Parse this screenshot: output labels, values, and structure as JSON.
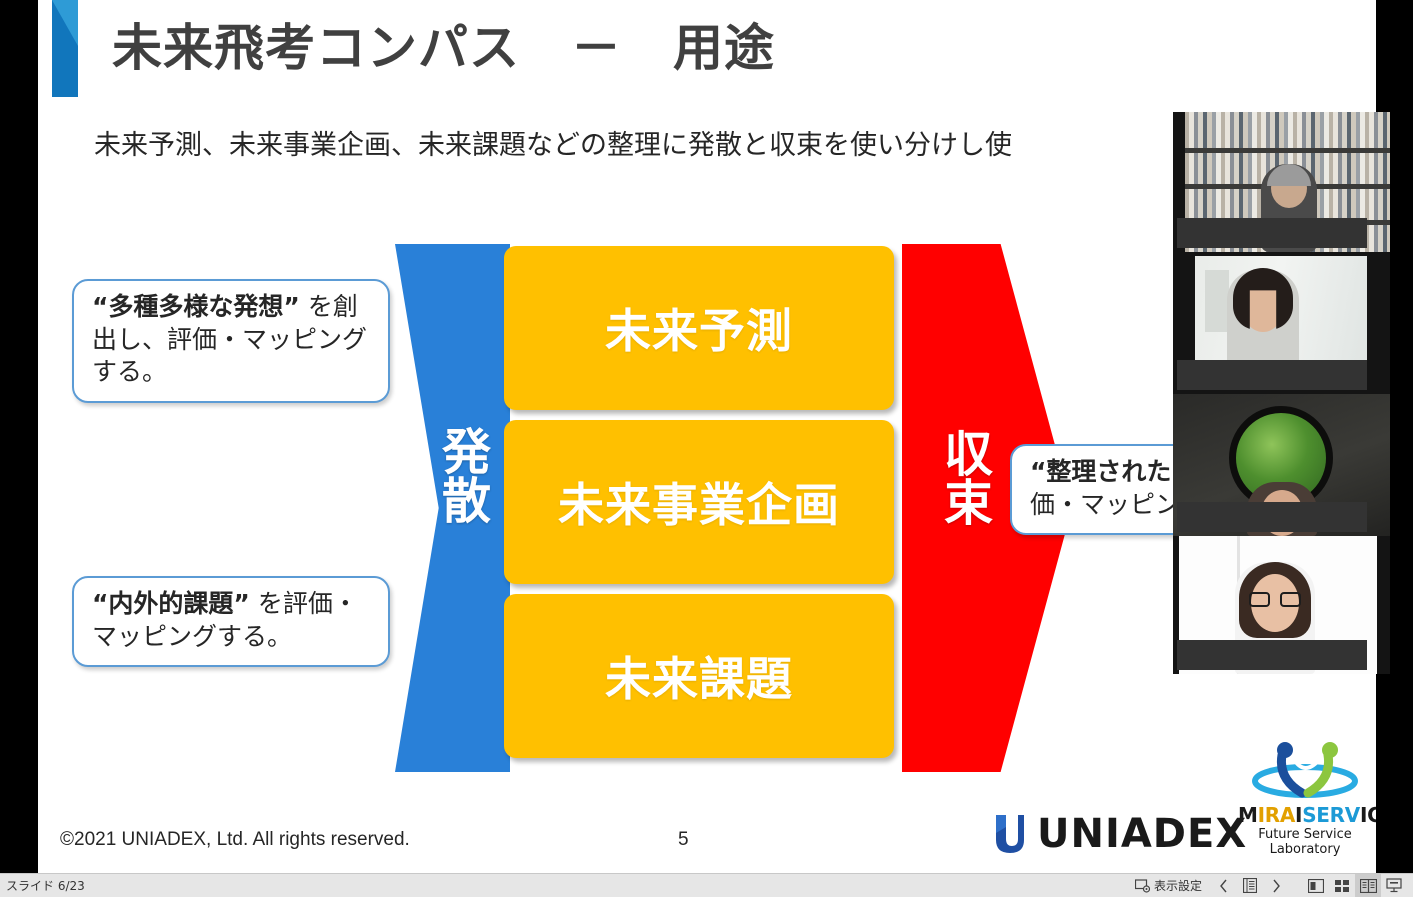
{
  "slide": {
    "title": "未来飛考コンパス　－　用途",
    "subtitle": "未来予測、未来事業企画、未来課題などの整理に発散と収束を使い分けし使",
    "diagram": {
      "diverge_label": "発散",
      "converge_label": "収束",
      "topics": [
        {
          "label": "未来予測"
        },
        {
          "label": "未来事業企画"
        },
        {
          "label": "未来課題"
        }
      ],
      "callouts": [
        {
          "id": "diverge-1",
          "quoted": "“多種多様な発想”",
          "rest": " を創出し、評価・マッピングする。"
        },
        {
          "id": "diverge-2",
          "quoted": "“内外的課題”",
          "rest": " を評価・マッピングする。"
        },
        {
          "id": "converge",
          "quoted": "“整理された",
          "rest": "価・マッピン"
        }
      ]
    },
    "footer": {
      "copyright": "©2021 UNIADEX, Ltd. All rights reserved.",
      "page_number": "5"
    },
    "logos": {
      "uniadex": "UNIADEX",
      "mirai_name": {
        "part1": "M",
        "part2": "IRA",
        "part3": "I",
        "part4": "SERV",
        "part5": "ICE®"
      },
      "mirai_tagline": "Future Service Laboratory"
    }
  },
  "video_panel": {
    "participants": [
      {
        "name": ""
      },
      {
        "name": ""
      },
      {
        "name": ""
      },
      {
        "name": ""
      }
    ]
  },
  "statusbar": {
    "slide_counter": "スライド 6/23",
    "display_settings_label": "表示設定",
    "prev_label": "‹",
    "thumbnail_label": "▤",
    "next_label": "›",
    "views": [
      {
        "name": "normal-view"
      },
      {
        "name": "slide-sorter-view"
      },
      {
        "name": "reading-view"
      },
      {
        "name": "slide-show-view"
      }
    ]
  },
  "colors": {
    "accent_blue": "#1176BC",
    "diverge_blue": "#2980D8",
    "converge_red": "#FF0000",
    "topic_yellow": "#FFC000",
    "callout_border": "#5B9BD5",
    "title_gray": "#404040"
  }
}
